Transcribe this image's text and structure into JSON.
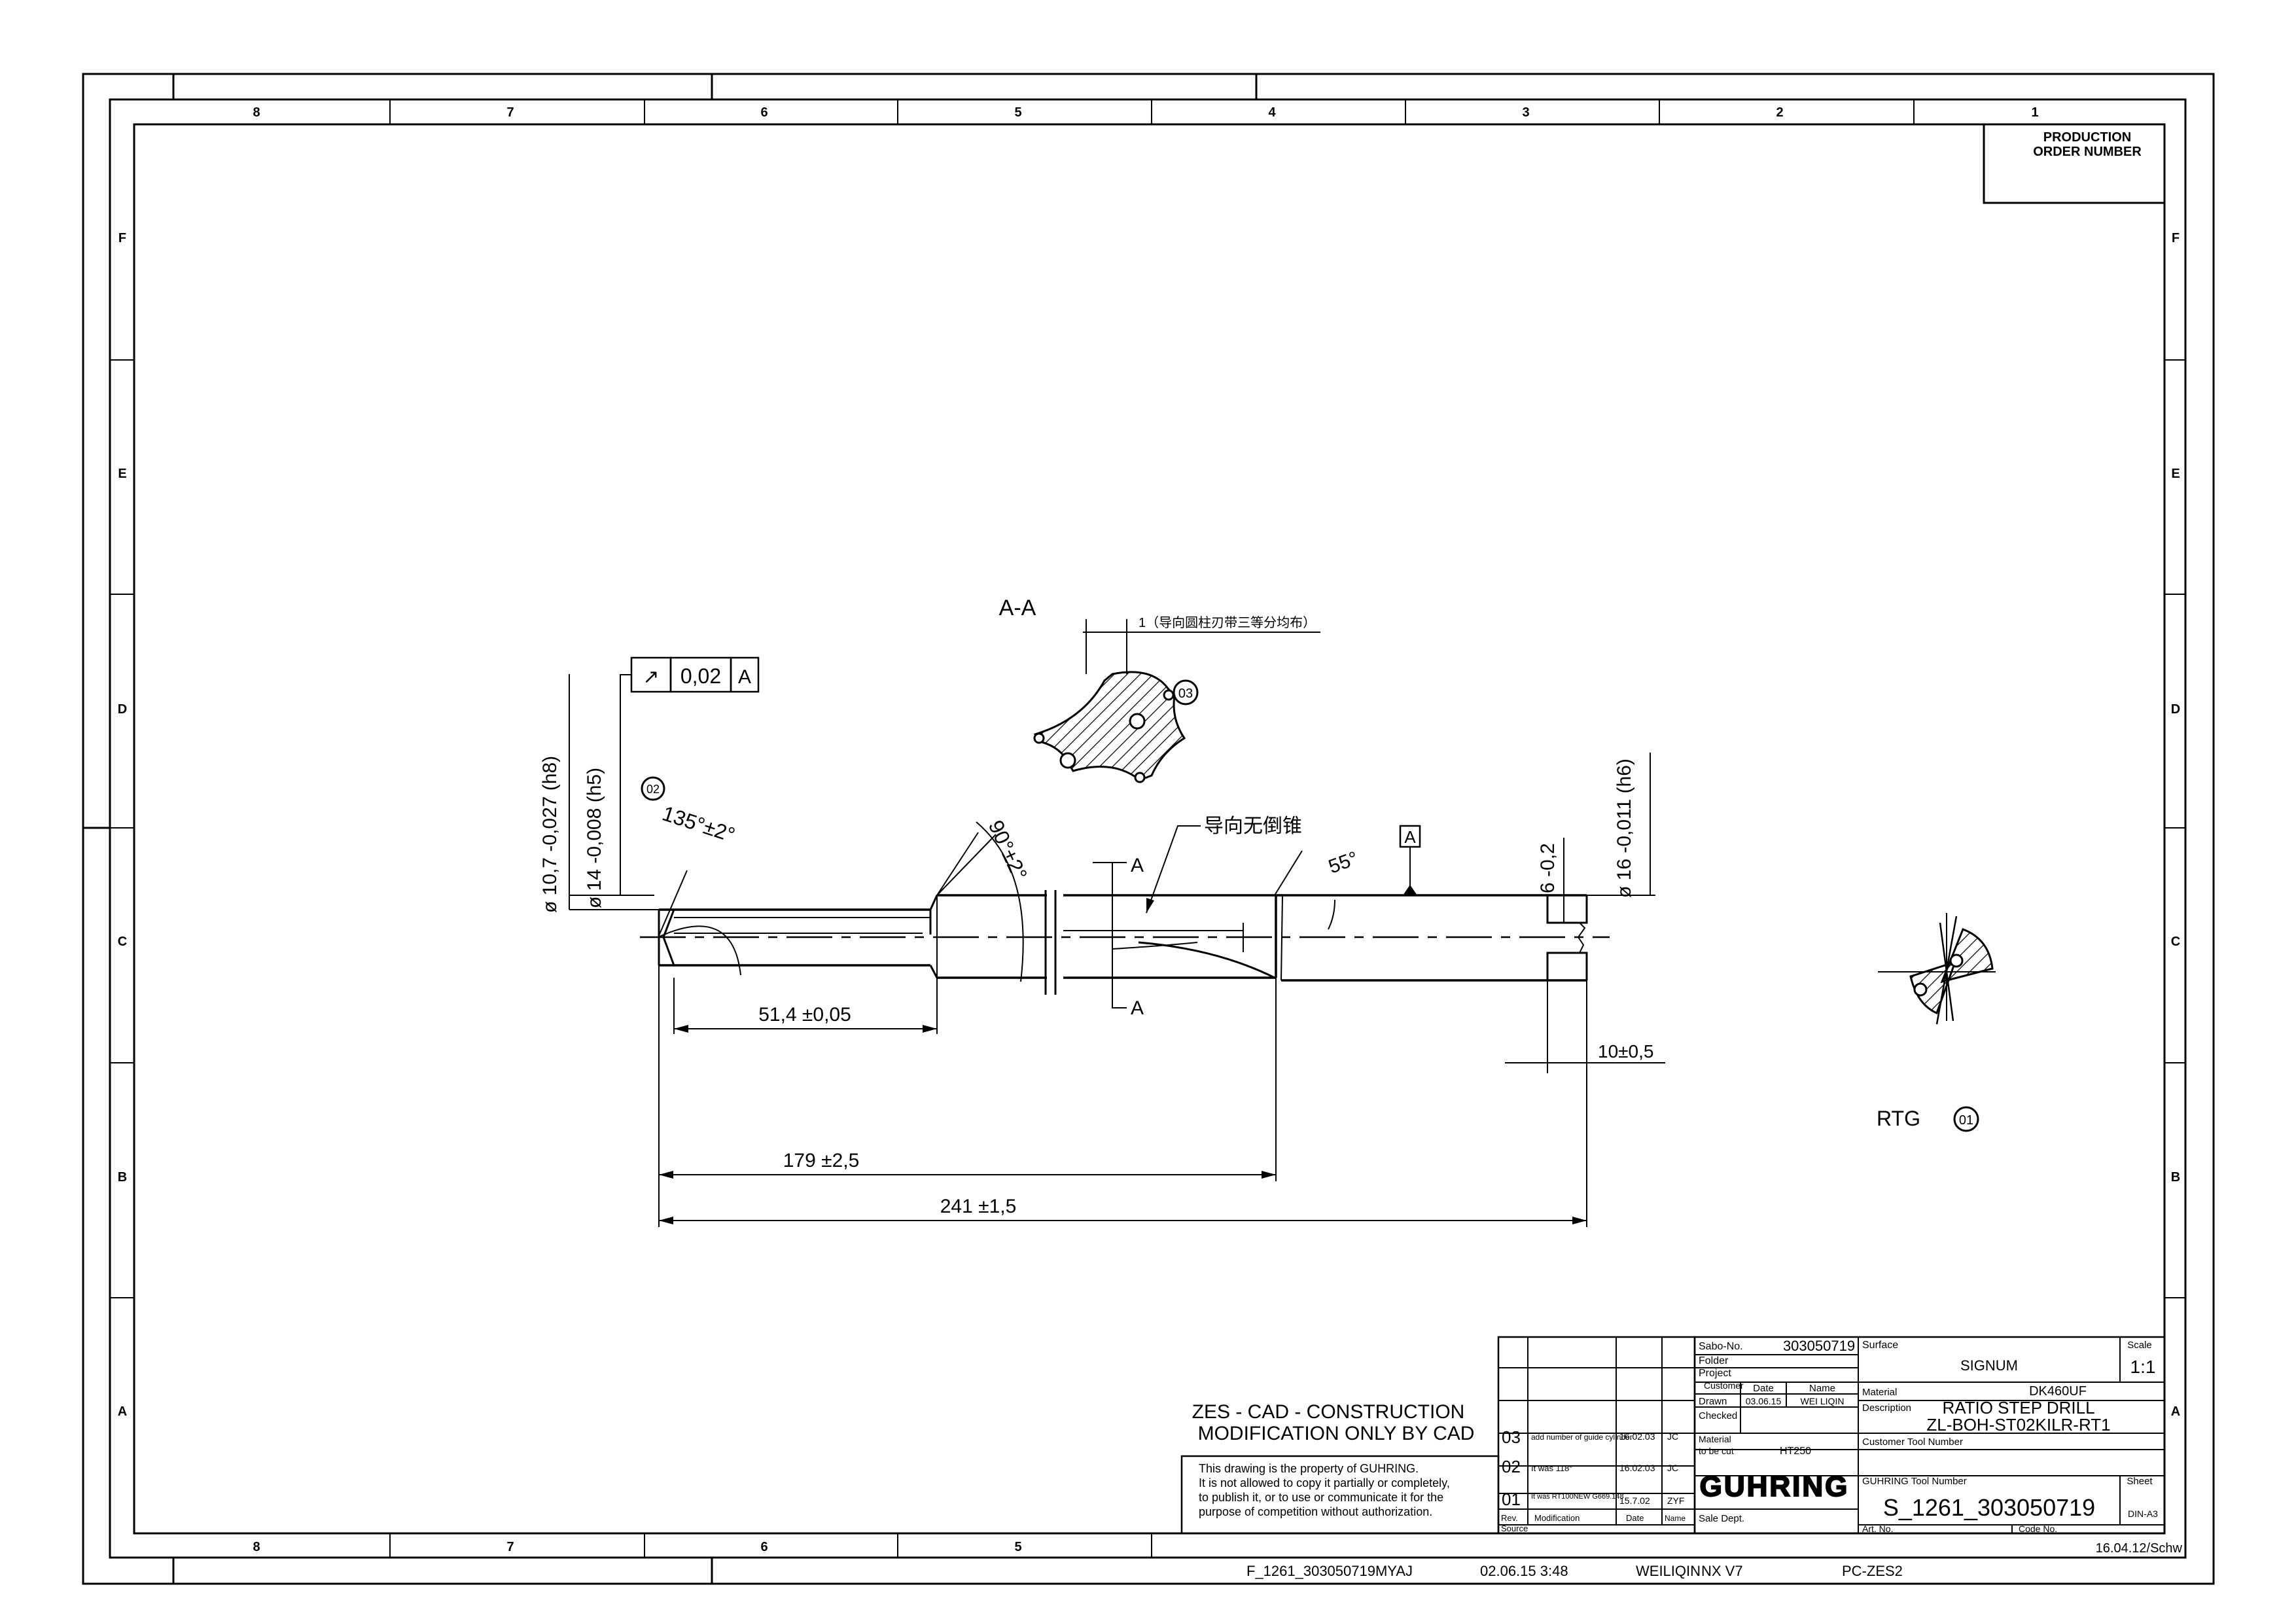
{
  "frame": {
    "columns": [
      "8",
      "7",
      "6",
      "5",
      "4",
      "3",
      "2",
      "1"
    ],
    "bottom_columns": [
      "8",
      "7",
      "6",
      "5"
    ],
    "rows": [
      "F",
      "E",
      "D",
      "C",
      "B",
      "A"
    ]
  },
  "production_order": {
    "line1": "PRODUCTION",
    "line2": "ORDER NUMBER"
  },
  "section_view": {
    "title": "A-A",
    "land_note": "1（导向圆柱刃带三等分均布）",
    "balloon": "03"
  },
  "tolerance_frame": {
    "symbol": "↗",
    "value": "0,02",
    "datum": "A"
  },
  "datum_label": "A",
  "dims": {
    "d_guide": "ø  10,7 -0,027 (h8)",
    "d_step": "ø  14 -0,008 (h5)",
    "d_shank": "ø  16 -0,011 (h6)",
    "angle_tip": "135°±2°",
    "angle_step": "90°±2°",
    "angle_55": "55°",
    "flat": "6 -0,2",
    "l_step": "51,4 ±0,05",
    "l_flute": "179 ±2,5",
    "l_total": "241 ±1,5",
    "l_flat": "10±0,5",
    "section_mark": "A",
    "no_chamfer_note": "导向无倒锥",
    "balloon_02": "02"
  },
  "end_view": {
    "label": "RTG",
    "balloon": "01"
  },
  "cad_note": {
    "line1": "ZES - CAD - CONSTRUCTION",
    "line2": "MODIFICATION ONLY BY CAD"
  },
  "property_note": [
    "This drawing is the property of GUHRING.",
    "It is not allowed to copy it partially or completely,",
    "to publish it, or to use or communicate it for the",
    "purpose of competition without authorization."
  ],
  "revisions": [
    {
      "rev": "03",
      "text": "add number of guide cylinder",
      "date": "16.02.03",
      "name": "JC"
    },
    {
      "rev": "02",
      "text": "It was 118°",
      "date": "16.02.03",
      "name": "JC"
    },
    {
      "rev": "01",
      "text": "It was RT100NEW G669.148",
      "date": "15.7.02",
      "name": "ZYF"
    }
  ],
  "rev_headers": {
    "rev": "Rev.",
    "modification": "Modification",
    "date": "Date",
    "name": "Name",
    "source": "Source"
  },
  "title_block": {
    "sabo_label": "Sabo-No.",
    "sabo_value": "303050719",
    "folder_label": "Folder",
    "project_label": "Project",
    "customer_label": "Customer",
    "date_label": "Date",
    "name_label": "Name",
    "drawn_label": "Drawn",
    "drawn_date": "03.06.15",
    "drawn_name": "WEI LIQIN",
    "checked_label": "Checked",
    "material_cut_label1": "Material",
    "material_cut_label2": "to be cut",
    "material_cut_value": "HT250",
    "sale_dept": "Sale Dept.",
    "surface_label": "Surface",
    "surface_value": "SIGNUM",
    "scale_label": "Scale",
    "scale_value": "1:1",
    "material_label": "Material",
    "material_value": "DK460UF",
    "description_label": "Description",
    "desc_line1": "RATIO STEP DRILL",
    "desc_line2": "ZL-BOH-ST02KILR-RT1",
    "customer_tool_label": "Customer Tool Number",
    "logo": "GUHRING",
    "guhring_tool_label": "GUHRING Tool Number",
    "tool_number": "S_1261_303050719",
    "sheet_label": "Sheet",
    "sheet_value": "DIN-A3",
    "art_label": "Art. No.",
    "code_label": "Code No.",
    "form_date": "16.04.12/Schw"
  },
  "footer": {
    "file": "F_1261_303050719MYAJ",
    "datetime": "02.06.15  3:48",
    "user": "WEILIQIN",
    "software": "NX V7",
    "system": "PC-ZES2"
  }
}
